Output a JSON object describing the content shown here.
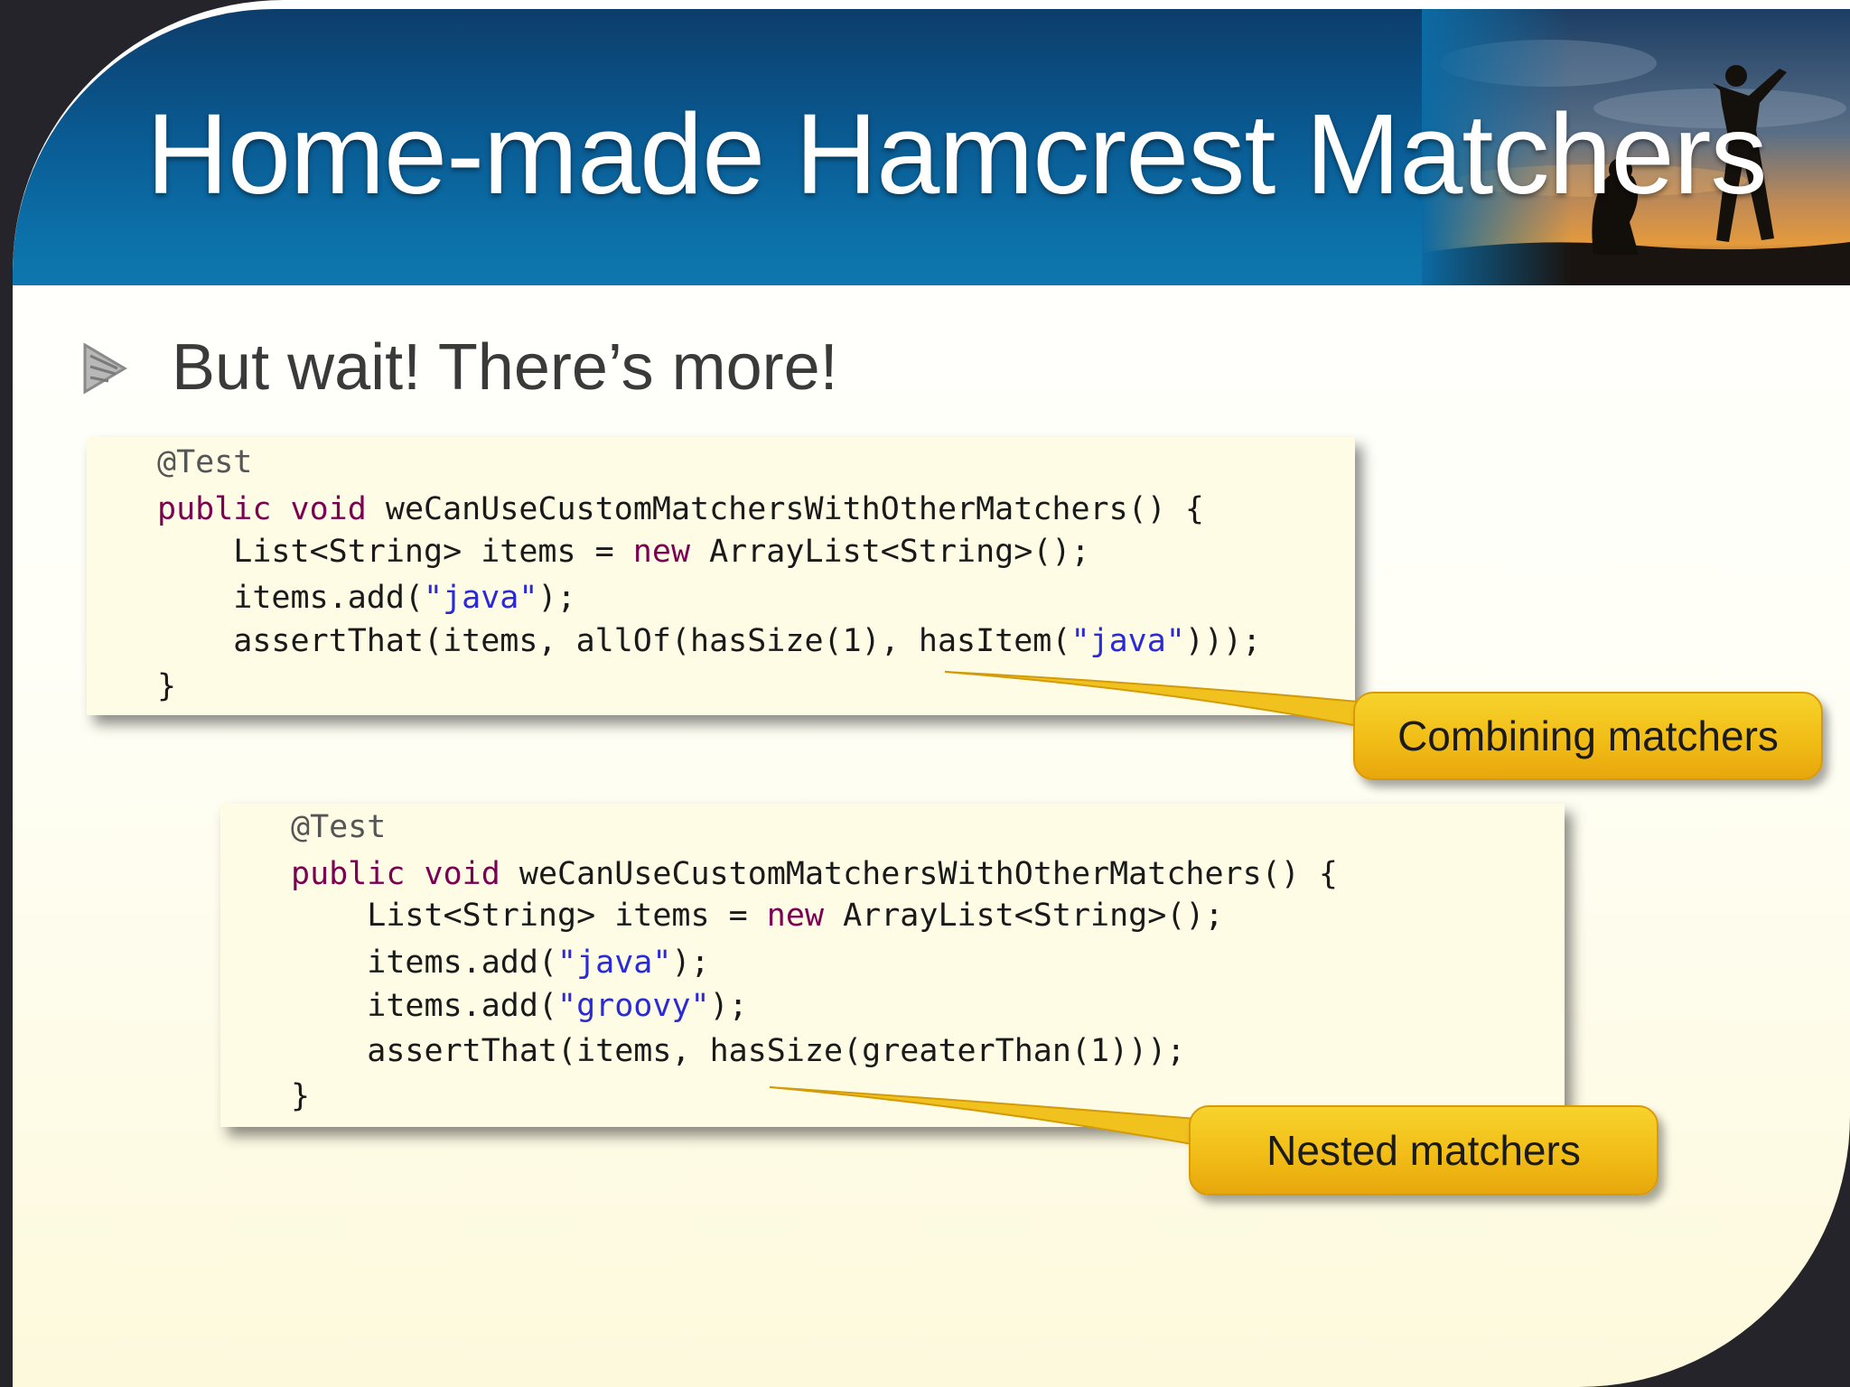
{
  "slide": {
    "title": "Home-made Hamcrest Matchers",
    "bullet": "But wait! There’s more!"
  },
  "code_blocks": [
    {
      "lines": [
        [
          {
            "t": "@Test",
            "c": "ann"
          }
        ],
        [
          {
            "t": "public",
            "c": "kw"
          },
          {
            "t": " "
          },
          {
            "t": "void",
            "c": "kw"
          },
          {
            "t": " weCanUseCustomMatchersWithOtherMatchers() {"
          }
        ],
        [
          {
            "t": "    List<String> items = "
          },
          {
            "t": "new",
            "c": "kw"
          },
          {
            "t": " ArrayList<String>();"
          }
        ],
        [
          {
            "t": "    items.add("
          },
          {
            "t": "\"java\"",
            "c": "str"
          },
          {
            "t": ");"
          }
        ],
        [
          {
            "t": "    assertThat(items, allOf(hasSize(1), hasItem("
          },
          {
            "t": "\"java\"",
            "c": "str"
          },
          {
            "t": ")));"
          }
        ],
        [
          {
            "t": "}"
          }
        ]
      ]
    },
    {
      "lines": [
        [
          {
            "t": "@Test",
            "c": "ann"
          }
        ],
        [
          {
            "t": "public",
            "c": "kw"
          },
          {
            "t": " "
          },
          {
            "t": "void",
            "c": "kw"
          },
          {
            "t": " weCanUseCustomMatchersWithOtherMatchers() {"
          }
        ],
        [
          {
            "t": "    List<String> items = "
          },
          {
            "t": "new",
            "c": "kw"
          },
          {
            "t": " ArrayList<String>();"
          }
        ],
        [
          {
            "t": "    items.add("
          },
          {
            "t": "\"java\"",
            "c": "str"
          },
          {
            "t": ");"
          }
        ],
        [
          {
            "t": "    items.add("
          },
          {
            "t": "\"groovy\"",
            "c": "str"
          },
          {
            "t": ");"
          }
        ],
        [
          {
            "t": "    assertThat(items, hasSize(greaterThan(1)));"
          }
        ],
        [
          {
            "t": "}"
          }
        ]
      ]
    }
  ],
  "callouts": {
    "combining": "Combining matchers",
    "nested": "Nested matchers"
  },
  "colors": {
    "header_blue": "#0a5a92",
    "code_background": "#fefce4",
    "keyword": "#7b0052",
    "string": "#2a2ad6",
    "callout_yellow": "#f2bd17"
  },
  "icons": {
    "bullet": "triangle-bullet-icon",
    "header_image": "silhouette-photo"
  }
}
